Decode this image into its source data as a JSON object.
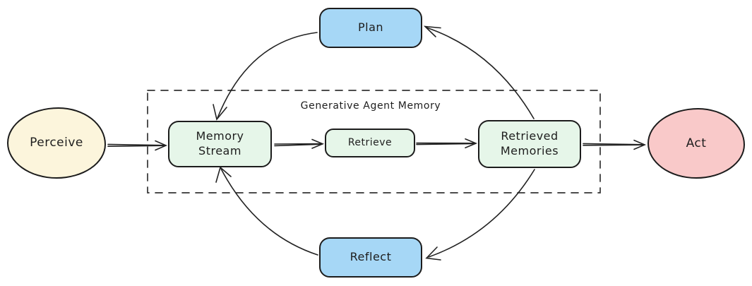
{
  "diagram": {
    "container_label": "Generative Agent Memory",
    "stroke_color": "#1e1e1e",
    "nodes": {
      "perceive": {
        "label": "Perceive",
        "fill": "#fcf5dc",
        "shape": "ellipse"
      },
      "plan": {
        "label": "Plan",
        "fill": "#a6d7f6",
        "shape": "rounded-rect"
      },
      "memory_stream": {
        "label": "Memory Stream",
        "fill": "#e6f6e9",
        "shape": "rounded-rect"
      },
      "retrieve": {
        "label": "Retrieve",
        "fill": "#e6f6e9",
        "shape": "rounded-rect"
      },
      "retrieved_memories": {
        "label": "Retrieved Memories",
        "fill": "#e6f6e9",
        "shape": "rounded-rect"
      },
      "reflect": {
        "label": "Reflect",
        "fill": "#a6d7f6",
        "shape": "rounded-rect"
      },
      "act": {
        "label": "Act",
        "fill": "#f9c9c9",
        "shape": "ellipse"
      }
    },
    "edges": [
      {
        "from": "Perceive",
        "to": "Memory Stream"
      },
      {
        "from": "Memory Stream",
        "to": "Retrieve"
      },
      {
        "from": "Retrieve",
        "to": "Retrieved Memories"
      },
      {
        "from": "Retrieved Memories",
        "to": "Act"
      },
      {
        "from": "Plan",
        "to": "Memory Stream"
      },
      {
        "from": "Retrieved Memories",
        "to": "Plan"
      },
      {
        "from": "Reflect",
        "to": "Memory Stream"
      },
      {
        "from": "Retrieved Memories",
        "to": "Reflect"
      }
    ]
  }
}
